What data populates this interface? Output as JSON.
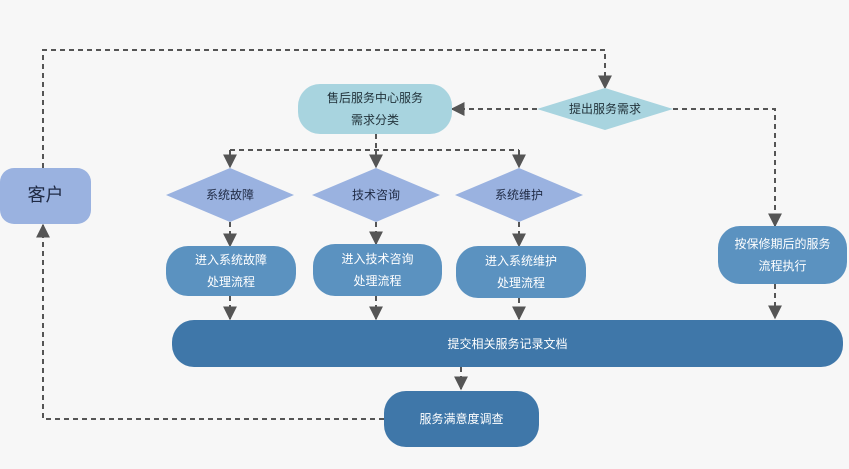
{
  "colors": {
    "customer": "#9ab2e0",
    "center": "#a8d4df",
    "request_diamond": "#a8d4df",
    "category_diamond": "#9ab2e0",
    "process": "#5b92c0",
    "record": "#3f77a9",
    "arrow": "#555555"
  },
  "nodes": {
    "customer": "客户",
    "center": {
      "line1": "售后服务中心服务",
      "line2": "需求分类"
    },
    "request": "提出服务需求",
    "fault": "系统故障",
    "consult": "技术咨询",
    "maintain": "系统维护",
    "fault_process": {
      "line1": "进入系统故障",
      "line2": "处理流程"
    },
    "consult_process": {
      "line1": "进入技术咨询",
      "line2": "处理流程"
    },
    "maintain_process": {
      "line1": "进入系统维护",
      "line2": "处理流程"
    },
    "warranty": {
      "line1": "按保修期后的服务",
      "line2": "流程执行"
    },
    "record": "提交相关服务记录文档",
    "survey": "服务满意度调查"
  }
}
